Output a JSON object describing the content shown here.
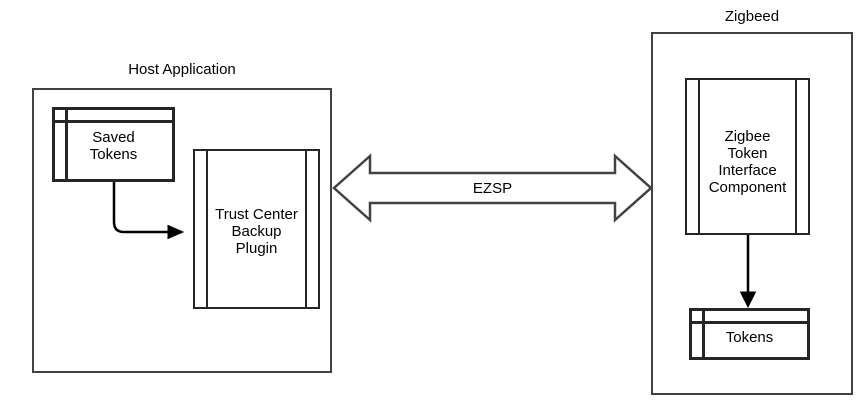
{
  "colors": {
    "background": "#ffffff",
    "container_stroke": "#424242",
    "shape_stroke": "#262626",
    "connector_stroke": "#000000",
    "text": "#000000"
  },
  "containers": {
    "host": {
      "label": "Host Application"
    },
    "zigbeed": {
      "label": "Zigbeed"
    }
  },
  "nodes": {
    "saved_tokens": {
      "shape": "internal-storage",
      "lines": [
        "Saved",
        "Tokens"
      ]
    },
    "plugin": {
      "shape": "process",
      "lines": [
        "Trust Center",
        "Backup",
        "Plugin"
      ]
    },
    "component": {
      "shape": "process",
      "lines": [
        "Zigbee",
        "Token",
        "Interface",
        "Component"
      ]
    },
    "tokens": {
      "shape": "internal-storage",
      "lines": [
        "Tokens"
      ]
    }
  },
  "connectors": {
    "ezsp": {
      "label": "EZSP",
      "style": "double-headed-block-arrow",
      "from": "Host Application",
      "to": "Zigbeed"
    },
    "saved_tokens_to_plugin": {
      "style": "elbow-arrow",
      "from": "Saved Tokens",
      "to": "Trust Center Backup Plugin"
    },
    "component_to_tokens": {
      "style": "straight-arrow",
      "from": "Zigbee Token Interface Component",
      "to": "Tokens"
    }
  }
}
